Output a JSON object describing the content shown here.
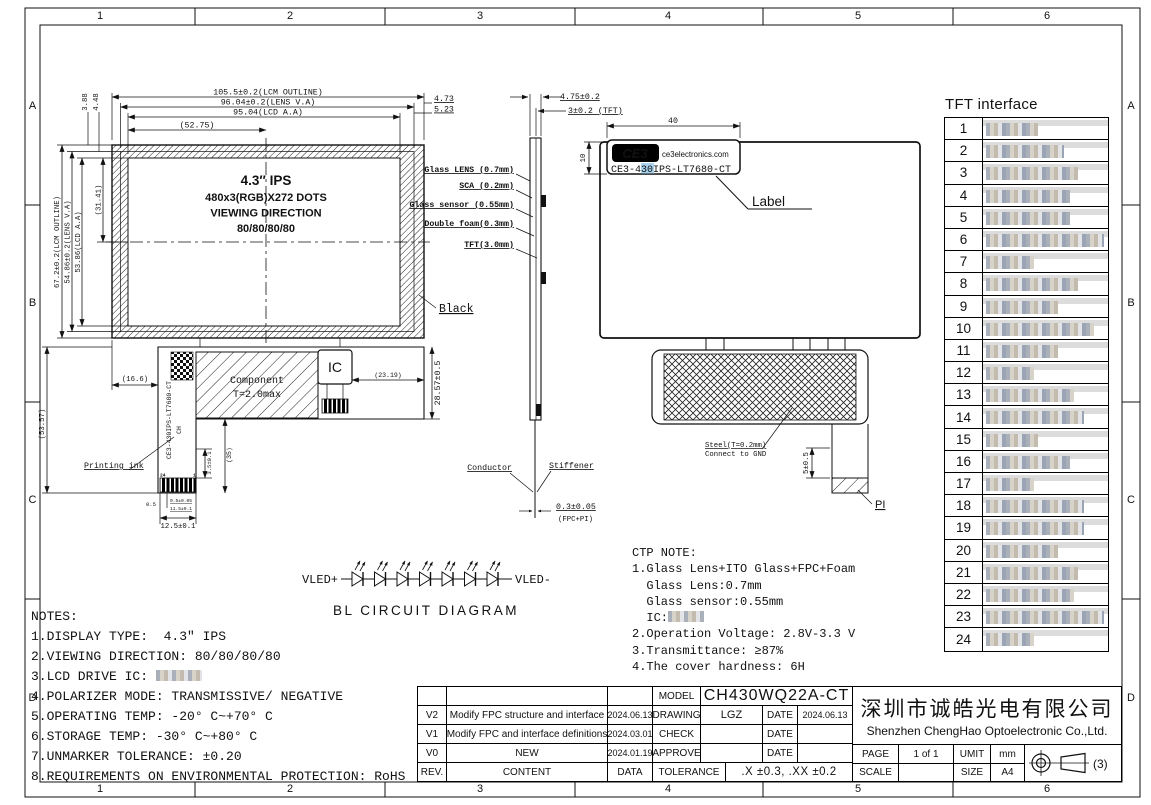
{
  "frame": {
    "top_zones": [
      "1",
      "2",
      "3",
      "4",
      "5",
      "6"
    ],
    "bottom_zones": [
      "1",
      "2",
      "3",
      "4",
      "5",
      "6"
    ],
    "left_zones": [
      "A",
      "B",
      "C",
      "D"
    ],
    "right_zones": [
      "A",
      "B",
      "C",
      "D"
    ]
  },
  "front_view": {
    "dim_lcm_outline": "105.5±0.2(LCM OUTLINE)",
    "dim_lens_va": "96.04±0.2(LENS V.A)",
    "dim_lcd_aa": "95.04(LCD A.A)",
    "dim_5275": "(52.75)",
    "dim_473": "4.73",
    "dim_523": "5.23",
    "dim_388": "3.88",
    "dim_448": "4.48",
    "dim_v_lcm": "67.2±0.2(LCM OUTLINE)",
    "dim_v_lens": "54.86±0.2(LENS V.A)",
    "dim_v_lcd": "53.86(LCD A.A)",
    "dim_3141": "(31.41)",
    "line1": "4.3″ IPS",
    "line2": "480x3(RGB)X272 DOTS",
    "line3": "VIEWING DIRECTION",
    "line4": "80/80/80/80",
    "black_label": "Black"
  },
  "fpc_front": {
    "component_l1": "Component",
    "component_l2": "T=2.0max",
    "ic": "IC",
    "dim_166": "(16.6)",
    "dim_2319": "(23.19)",
    "dim_2857": "28.57±0.5",
    "dim_5357": "(53.57)",
    "printing_ink": "Printing ink",
    "fpc_code": "CE3-430IPS-LT7680-CT",
    "fpc_code2": "CH",
    "pin_left": "24",
    "pin_right": "1",
    "dim_35t": "3.5±0.1",
    "dim_35": "(35)",
    "dim_05": "0.5",
    "dim_tiny1": "0.5±0.05",
    "dim_tiny2": "11.5±0.1",
    "dim_125": "12.5±0.1"
  },
  "side_view": {
    "dim_475": "4.75±0.2",
    "dim_3tft": "3±0.2 (TFT)",
    "layers": [
      "Glass LENS (0.7mm)",
      "SCA (0.2mm)",
      "Glass sensor (0.55mm)",
      "Double foam(0.3mm)",
      "TFT(3.0mm)"
    ],
    "conductor": "Conductor",
    "stiffener": "Stiffener",
    "dim_03": "0.3±0.05",
    "fpc_pi": "(FPC+PI)"
  },
  "back_view": {
    "dim_40": "40",
    "dim_10": "10",
    "logo": "CE3",
    "url": "ce3electronics.com",
    "code": "CE3-430IPS-LT7680-CT",
    "code_highlight": "30",
    "label": "Label",
    "steel1": "Steel(T=0.2mm)",
    "steel2": "Connect to GND",
    "dim_5": "5±0.5",
    "pi": "PI"
  },
  "tft_table": {
    "title": "TFT interface",
    "rows": [
      {
        "no": "1",
        "w": 52
      },
      {
        "no": "2",
        "w": 78
      },
      {
        "no": "3",
        "w": 92
      },
      {
        "no": "4",
        "w": 84
      },
      {
        "no": "5",
        "w": 84
      },
      {
        "no": "6",
        "w": 118
      },
      {
        "no": "7",
        "w": 48
      },
      {
        "no": "8",
        "w": 92
      },
      {
        "no": "9",
        "w": 72
      },
      {
        "no": "10",
        "w": 108
      },
      {
        "no": "11",
        "w": 72
      },
      {
        "no": "12",
        "w": 48
      },
      {
        "no": "13",
        "w": 88
      },
      {
        "no": "14",
        "w": 98
      },
      {
        "no": "15",
        "w": 52
      },
      {
        "no": "16",
        "w": 84
      },
      {
        "no": "17",
        "w": 48
      },
      {
        "no": "18",
        "w": 98
      },
      {
        "no": "19",
        "w": 98
      },
      {
        "no": "20",
        "w": 72
      },
      {
        "no": "21",
        "w": 92
      },
      {
        "no": "22",
        "w": 88
      },
      {
        "no": "23",
        "w": 118
      },
      {
        "no": "24",
        "w": 48
      }
    ]
  },
  "bl_circuit": {
    "vled_p": "VLED+",
    "vled_m": "VLED-",
    "title": "BL CIRCUIT DIAGRAM",
    "led_count": 7
  },
  "notes": {
    "lines": [
      {
        "t": "NOTES:"
      },
      {
        "t": "1.DISPLAY TYPE:  4.3″ IPS"
      },
      {
        "t": "2.VIEWING DIRECTION: 80/80/80/80"
      },
      {
        "t": "3.LCD DRIVE IC: ",
        "censor": 46
      },
      {
        "t": "4.POLARIZER MODE: TRANSMISSIVE/ NEGATIVE"
      },
      {
        "t": "5.OPERATING TEMP: -20° C~+70° C"
      },
      {
        "t": "6.STORAGE TEMP: -30° C~+80° C"
      },
      {
        "t": "7.UNMARKER TOLERANCE: ±0.20"
      },
      {
        "t": "8.REQUIREMENTS ON ENVIRONMENTAL PROTECTION: RoHS"
      }
    ]
  },
  "ctp_note": {
    "lines": [
      {
        "t": "CTP NOTE:"
      },
      {
        "t": "1.Glass Lens+ITO Glass+FPC+Foam"
      },
      {
        "t": "  Glass Lens:0.7mm"
      },
      {
        "t": "  Glass sensor:0.55mm"
      },
      {
        "t": "  IC:",
        "censor": 36
      },
      {
        "t": "2.Operation Voltage: 2.8V-3.3 V"
      },
      {
        "t": "3.Transmittance: ≥87%"
      },
      {
        "t": "4.The cover hardness: 6H"
      }
    ]
  },
  "title_block": {
    "model_label": "MODEL",
    "model": "CH430WQ22A-CT",
    "revisions": [
      {
        "rev": "V2",
        "content": "Modify FPC structure and interface",
        "date": "2024.06.13"
      },
      {
        "rev": "V1",
        "content": "Modify FPC and interface definitions",
        "date": "2024.03.01"
      },
      {
        "rev": "V0",
        "content": "NEW",
        "date": "2024.01.19"
      }
    ],
    "rev_label": "REV.",
    "content_label": "CONTENT",
    "data_label": "DATA",
    "drawing_label": "DRAWING",
    "drawing": "LGZ",
    "date_label": "DATE",
    "drawing_date": "2024.06.13",
    "check_label": "CHECK",
    "approve_label": "APPROVE",
    "tolerance_label": "TOLERANCE",
    "tolerance": ".X ±0.3, .XX ±0.2",
    "company_cn": "深圳市诚皓光电有限公司",
    "company_en": "Shenzhen ChengHao Optoelectronic Co.,Ltd.",
    "page_label": "PAGE",
    "page": "1 of 1",
    "umit_label": "UMIT",
    "umit": "mm",
    "scale_label": "SCALE",
    "scale": "",
    "size_label": "SIZE",
    "size": "A4",
    "proj_note": "(3)"
  }
}
